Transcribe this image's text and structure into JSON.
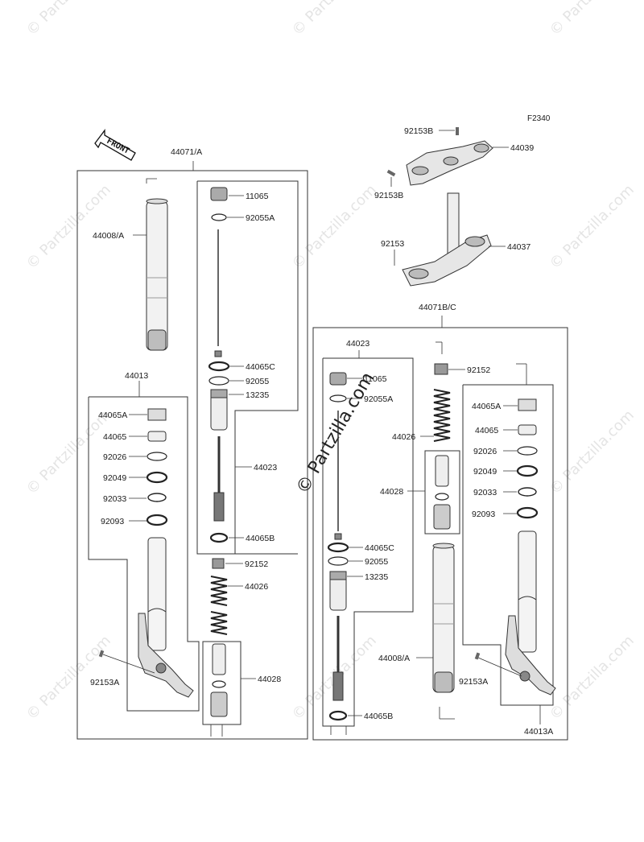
{
  "figure_code": "F2340",
  "front_label": "FRONT",
  "watermark_main": "© Partzilla.com",
  "watermark_tile": "© Partzilla.com",
  "labels": {
    "l_44071A": "44071/A",
    "l_44008A_top": "44008/A",
    "l_11065_a": "11065",
    "l_92055A_a": "92055A",
    "l_44065C_a": "44065C",
    "l_92055_a": "92055",
    "l_13235_a": "13235",
    "l_44023_a": "44023",
    "l_44065B_a": "44065B",
    "l_92152_a": "92152",
    "l_44026_a": "44026",
    "l_44028_a": "44028",
    "l_44013": "44013",
    "l_44065A_a": "44065A",
    "l_44065_a": "44065",
    "l_92026_a": "92026",
    "l_92049_a": "92049",
    "l_92033_a": "92033",
    "l_92093_a": "92093",
    "l_92153A_a": "92153A",
    "l_92153B_1": "92153B",
    "l_44039": "44039",
    "l_92153B_2": "92153B",
    "l_92153": "92153",
    "l_44037": "44037",
    "l_44071BC": "44071B/C",
    "l_44023_b": "44023",
    "l_11065_b": "11065",
    "l_92055A_b": "92055A",
    "l_44026_b": "44026",
    "l_44028_b": "44028",
    "l_44065C_b": "44065C",
    "l_92055_b": "92055",
    "l_13235_b": "13235",
    "l_44008A_b": "44008/A",
    "l_44065B_b": "44065B",
    "l_92152_b": "92152",
    "l_44065A_b": "44065A",
    "l_44065_b": "44065",
    "l_92026_b": "92026",
    "l_92049_b": "92049",
    "l_92033_b": "92033",
    "l_92093_b": "92093",
    "l_92153A_b": "92153A",
    "l_44013A": "44013A"
  }
}
